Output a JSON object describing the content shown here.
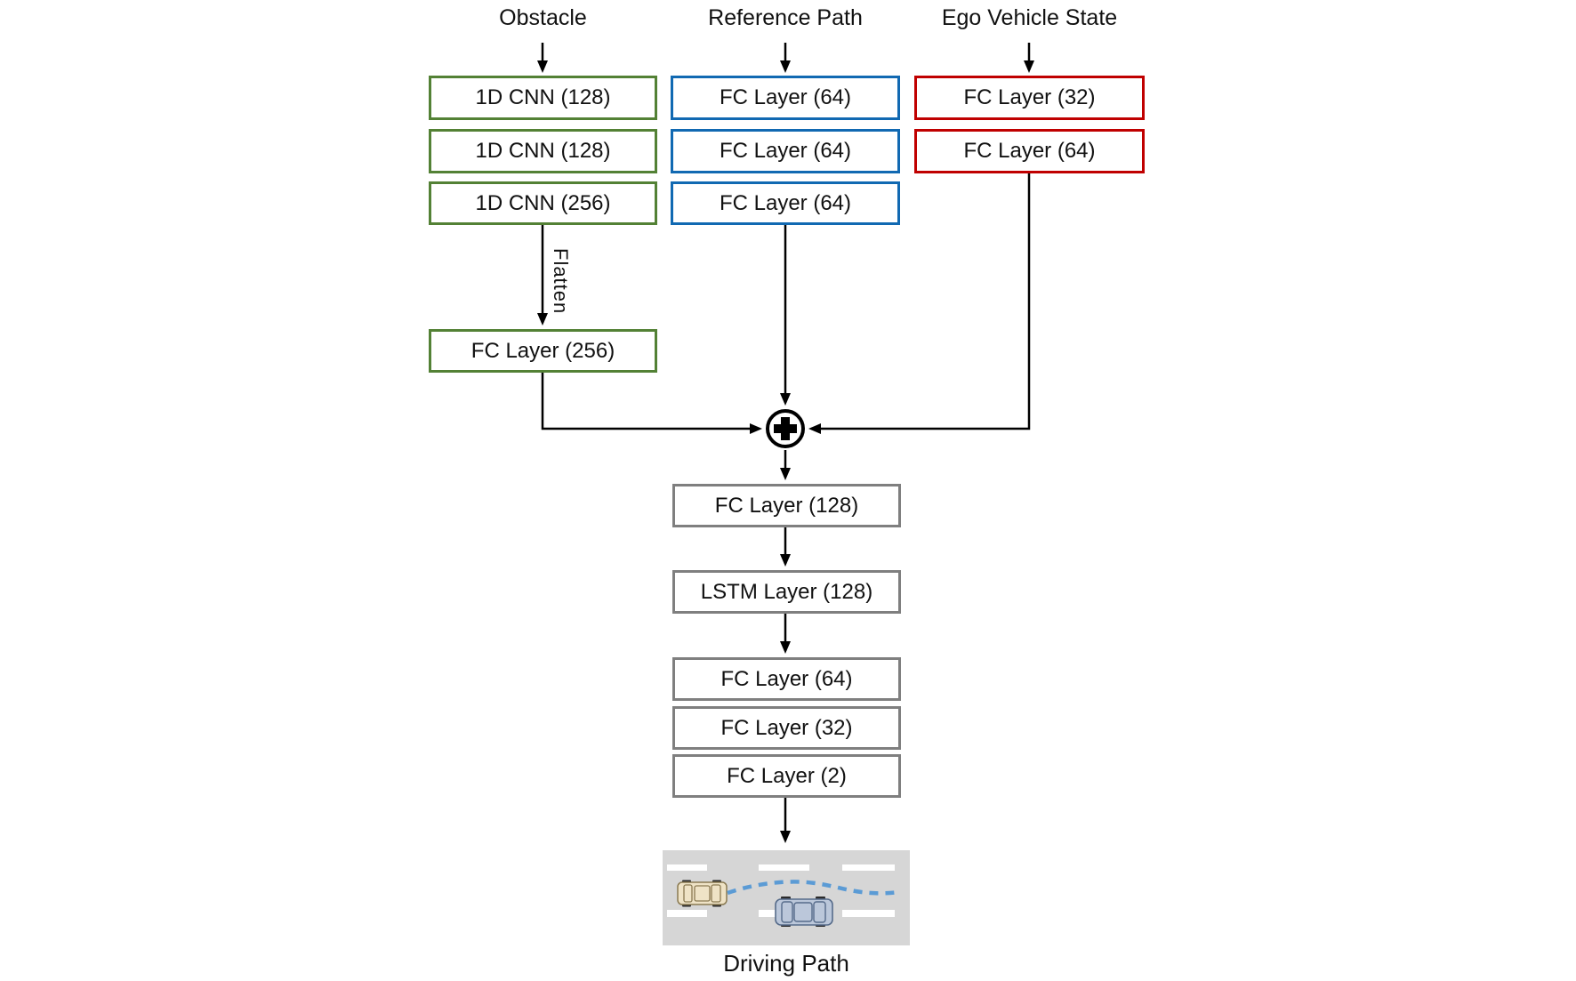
{
  "diagram": {
    "inputs": [
      {
        "id": "obstacle",
        "label": "Obstacle",
        "color": "#538135",
        "boxes": [
          "1D CNN (128)",
          "1D CNN (128)",
          "1D CNN (256)"
        ]
      },
      {
        "id": "reference-path",
        "label": "Reference Path",
        "color": "#1169B2",
        "boxes": [
          "FC Layer (64)",
          "FC Layer (64)",
          "FC Layer (64)"
        ]
      },
      {
        "id": "ego-vehicle-state",
        "label": "Ego Vehicle State",
        "color": "#C00000",
        "boxes": [
          "FC Layer (32)",
          "FC Layer (64)"
        ]
      }
    ],
    "flatten_label": "Flatten",
    "obstacle_fc_box": "FC Layer (256)",
    "merge_icon": "circle-plus-icon",
    "trunk_boxes": [
      "FC Layer (128)",
      "LSTM Layer (128)",
      "FC Layer (64)",
      "FC Layer (32)",
      "FC Layer (2)"
    ],
    "output_label": "Driving Path"
  },
  "colors": {
    "green": "#538135",
    "blue": "#1169B2",
    "red": "#C00000",
    "gray": "#7F7F7F",
    "line": "#000000",
    "road": "#D6D6D6",
    "path-blue": "#5B9BD5",
    "text": "#111111"
  }
}
